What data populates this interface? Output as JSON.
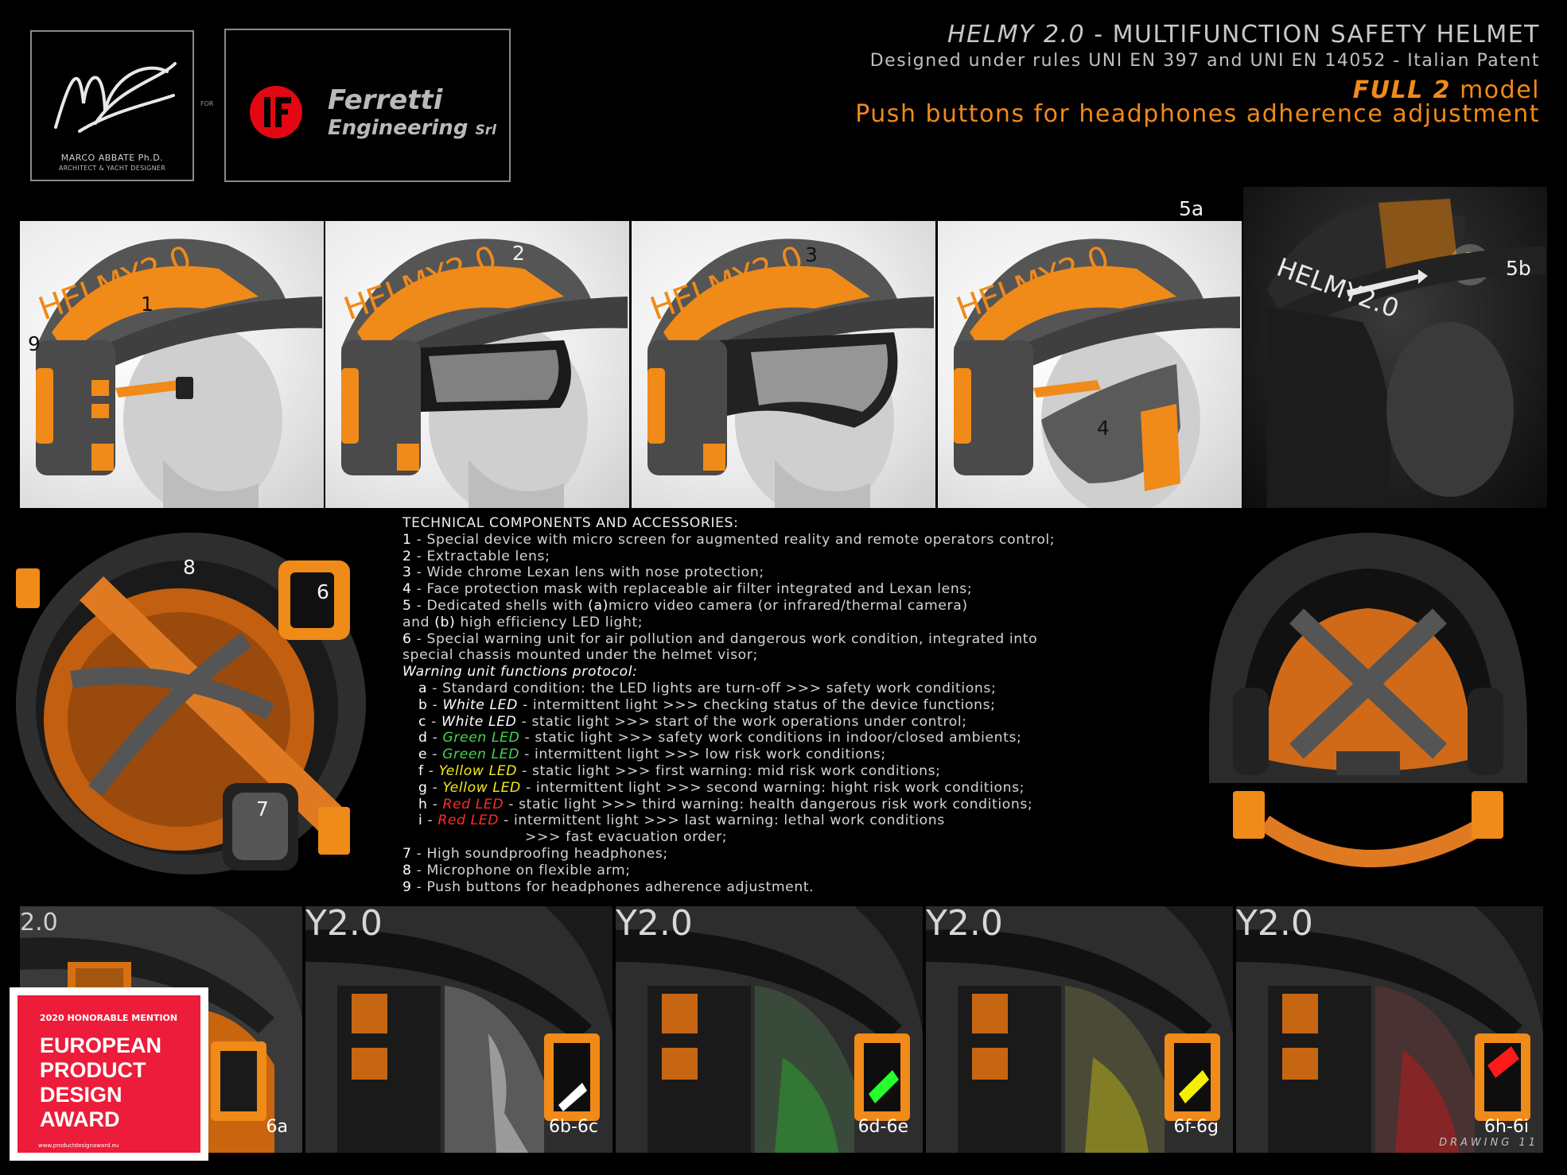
{
  "logos": {
    "designer_line1": "MARCO ABBATE Ph.D.",
    "designer_line2": "ARCHITECT & YACHT DESIGNER",
    "for_text": "FOR",
    "company_word1": "Ferretti",
    "company_word2": "Engineering",
    "company_suffix": "Srl"
  },
  "header": {
    "title_name": "HELMY 2.0",
    "title_rest": " - MULTIFUNCTION SAFETY HELMET",
    "subtitle": "Designed under rules UNI EN 397 and UNI EN 14052 - Italian Patent",
    "model_name": "FULL 2",
    "model_rest": " model",
    "push_line": "Push buttons for headphones adherence adjustment"
  },
  "panels": {
    "p1_callouts": [
      "1",
      "9"
    ],
    "p2_callout": "2",
    "p3_callout": "3",
    "p4_callouts": [
      "4",
      "5a"
    ],
    "p5_callout": "5b",
    "helmet_text": "HELMY2.0"
  },
  "interior": {
    "left_callouts": [
      "8",
      "6",
      "7"
    ]
  },
  "tech": {
    "heading": "TECHNICAL COMPONENTS AND ACCESSORIES:",
    "items": [
      {
        "n": "1",
        "t": " - Special device with micro screen for augmented reality and remote operators control;"
      },
      {
        "n": "2",
        "t": " - Extractable lens;"
      },
      {
        "n": "3",
        "t": " - Wide chrome Lexan lens with nose protection;"
      },
      {
        "n": "4",
        "t": " - Face protection mask with replaceable air filter integrated and Lexan lens;"
      }
    ],
    "item5_n": "5",
    "item5_a": " - Dedicated shells with ",
    "item5_b": "(a)",
    "item5_c": "micro video camera (or infrared/thermal camera)",
    "item5_d": "and ",
    "item5_e": "(b)",
    "item5_f": " high efficiency LED light;",
    "item6_n": "6",
    "item6_a": " - Special warning unit for air pollution and dangerous work condition, integrated into",
    "item6_b": "special chassis mounted under the helmet visor;",
    "protocol_heading": "Warning unit functions protocol:",
    "protocol": [
      {
        "k": "a",
        "led": "",
        "cls": "",
        "t": " - Standard condition: the LED lights are turn-off >>> safety work conditions;"
      },
      {
        "k": "b",
        "led": "White LED",
        "cls": "wl",
        "t": " - intermittent light  >>> checking status of the device functions;"
      },
      {
        "k": "c",
        "led": "White LED",
        "cls": "wl",
        "t": " - static light >>> start of the work operations under control;"
      },
      {
        "k": "d",
        "led": "Green LED",
        "cls": "g",
        "t": " - static light >>> safety work conditions in indoor/closed ambients;"
      },
      {
        "k": "e",
        "led": "Green LED",
        "cls": "g",
        "t": " - intermittent light >>> low risk work conditions;"
      },
      {
        "k": "f",
        "led": "Yellow LED",
        "cls": "y",
        "t": " - static light >>> first warning: mid risk work conditions;"
      },
      {
        "k": "g",
        "led": "Yellow LED",
        "cls": "y",
        "t": " - intermittent light >>> second warning: hight risk work conditions;"
      },
      {
        "k": "h",
        "led": "Red LED",
        "cls": "r",
        "t": " - static light >>> third warning:  health dangerous risk work conditions;"
      },
      {
        "k": "i",
        "led": "Red LED",
        "cls": "r",
        "t": " - intermittent light >>> last warning:  lethal work conditions"
      }
    ],
    "protocol_cont": ">>> fast evacuation order;",
    "tail": [
      {
        "n": "7",
        "t": " - High soundproofing headphones;"
      },
      {
        "n": "8",
        "t": " - Microphone on flexible arm;"
      },
      {
        "n": "9",
        "t": " - Push buttons for headphones adherence adjustment."
      }
    ]
  },
  "bottom": {
    "labels": [
      "6a",
      "6b-6c",
      "6d-6e",
      "6f-6g",
      "6h-6i"
    ],
    "brim_text": "Y2.0",
    "brim_text_first": "2.0",
    "led_colors": [
      "#1a1a1a",
      "#ffffff",
      "#25ff2b",
      "#f4f000",
      "#ff1a1a"
    ]
  },
  "award": {
    "line1": "2020 HONORABLE MENTION",
    "line2": "EUROPEAN",
    "line3": "PRODUCT",
    "line4": "DESIGN",
    "line5": "AWARD",
    "url": "www.productdesignaward.eu"
  },
  "footer": {
    "drawing": "DRAWING 11"
  },
  "colors": {
    "accent_orange": "#f08a18",
    "helmet_grey": "#4a4a4a",
    "award_red": "#ec1c3a"
  }
}
